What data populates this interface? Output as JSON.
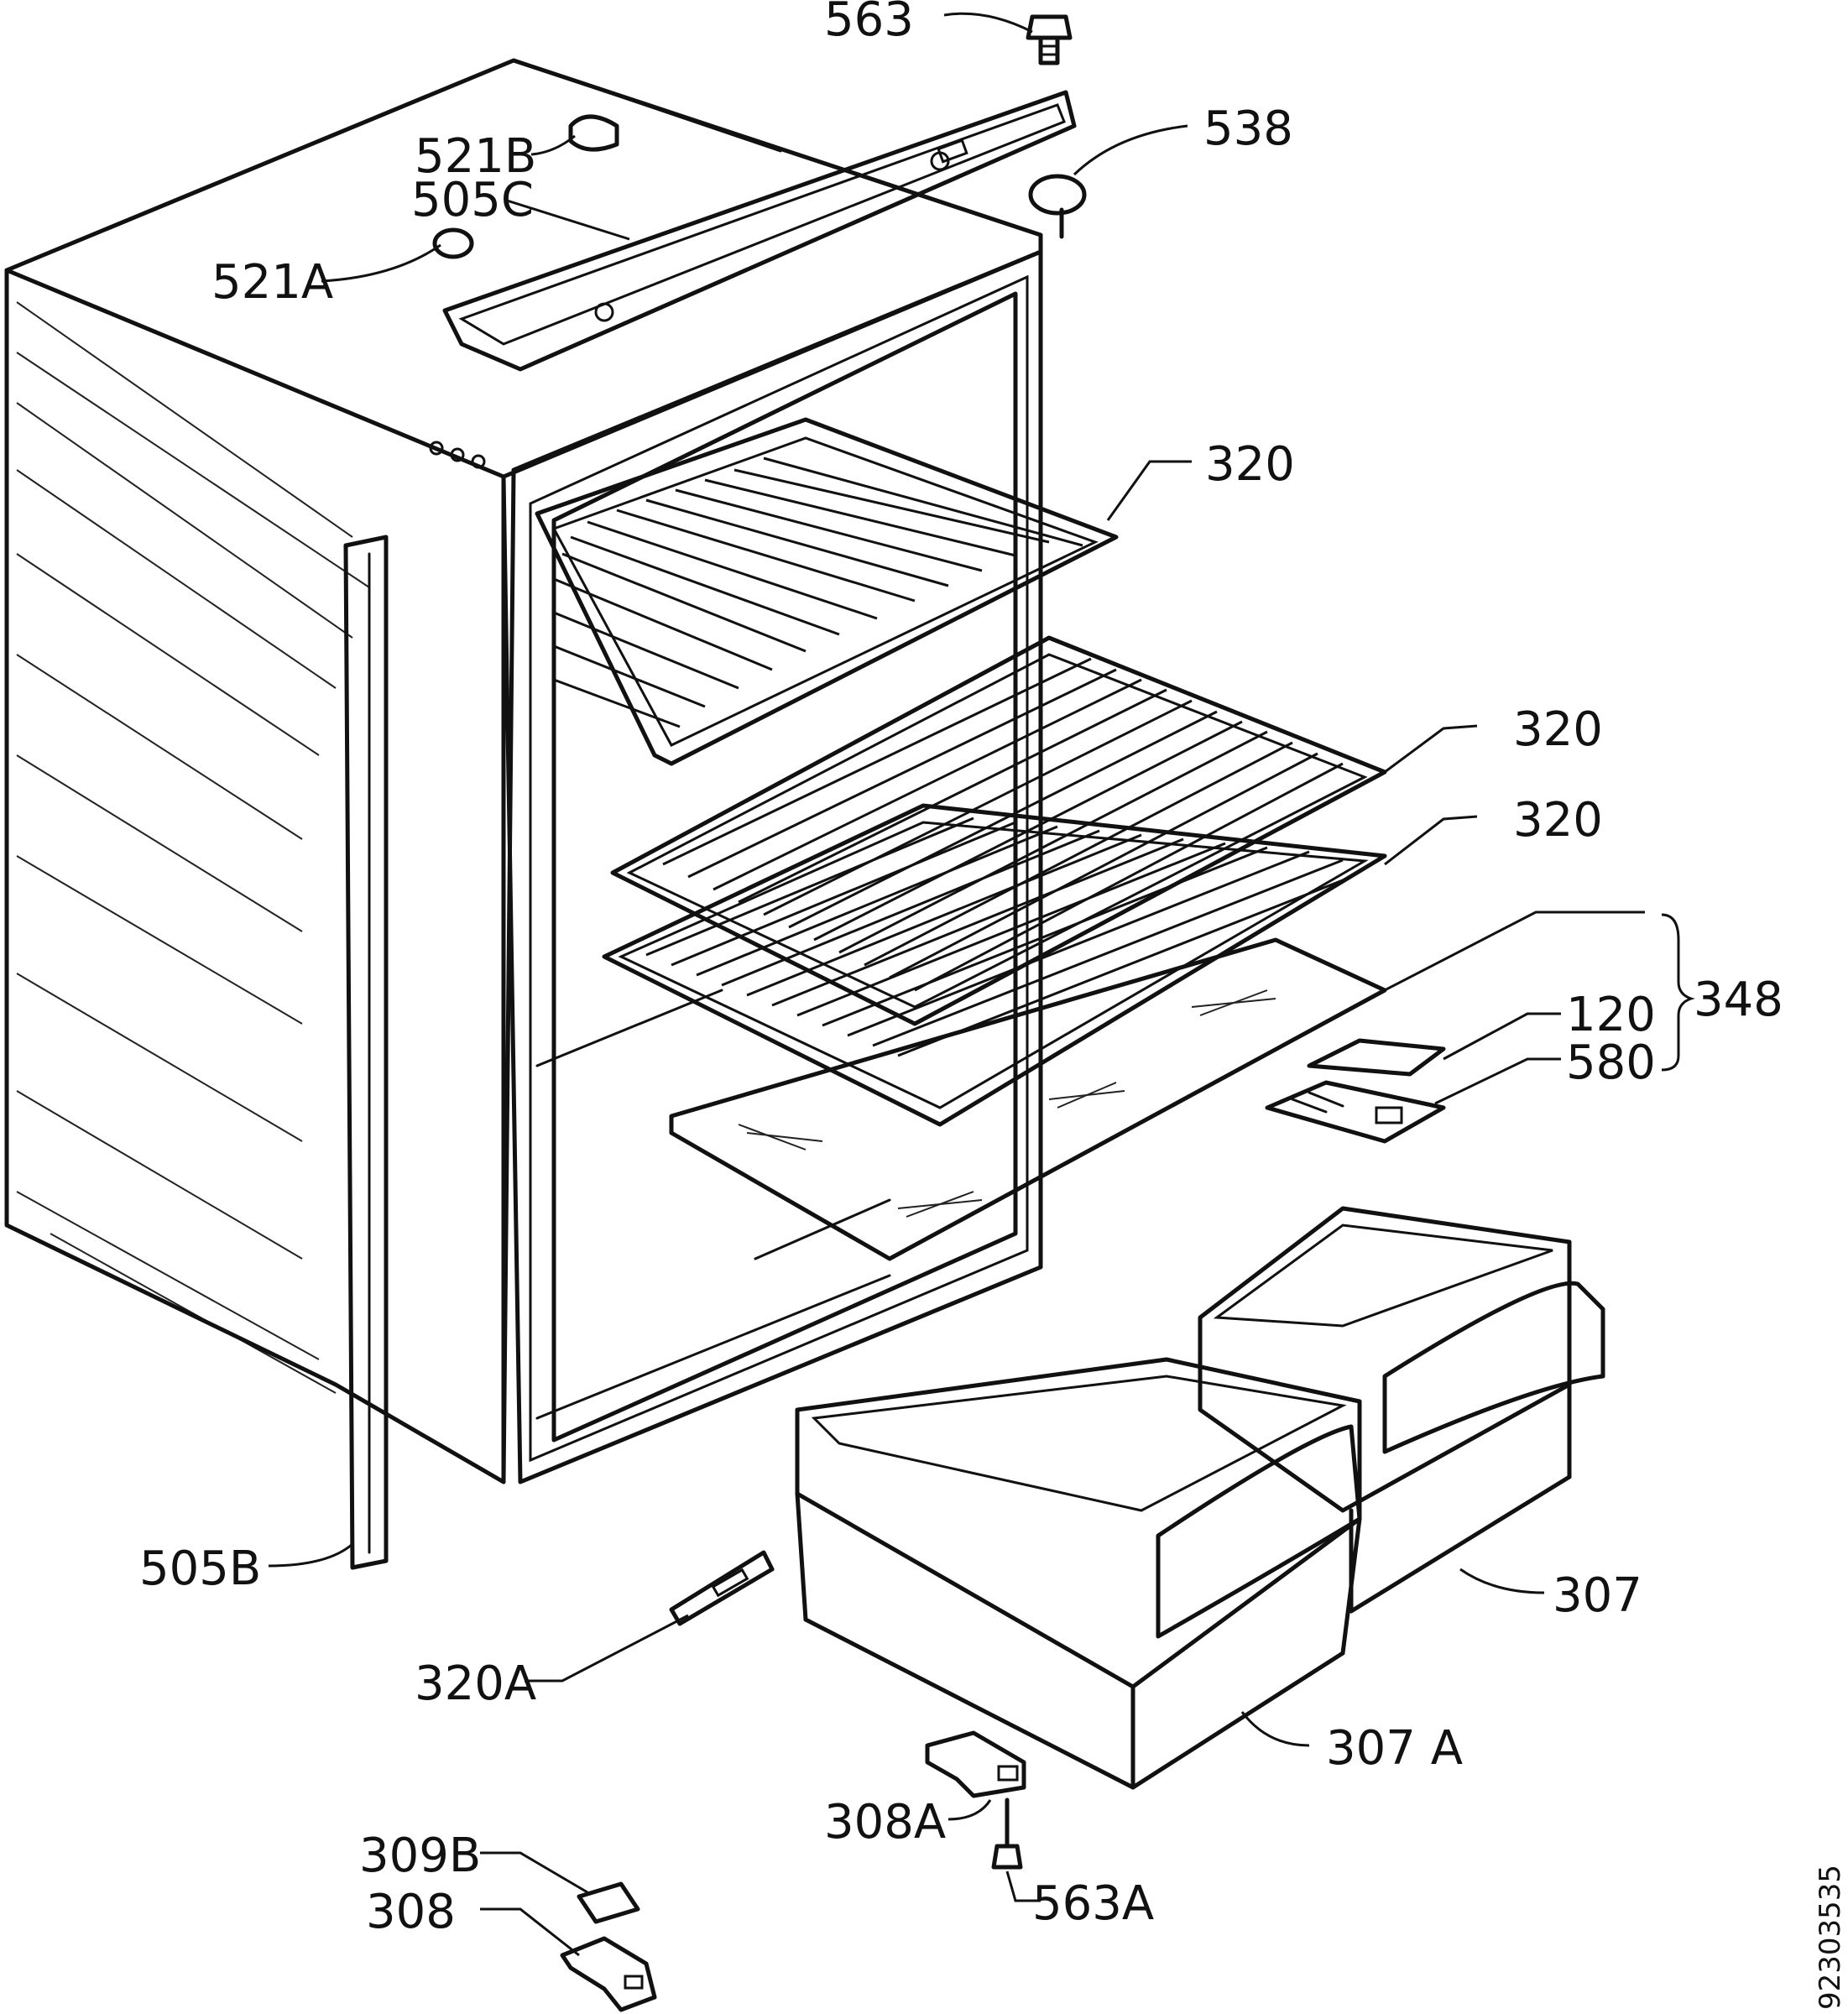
{
  "drawing": {
    "code": "92303535",
    "labels": [
      {
        "id": "563",
        "text": "563"
      },
      {
        "id": "538",
        "text": "538"
      },
      {
        "id": "521b",
        "text": "521B"
      },
      {
        "id": "505c",
        "text": "505C"
      },
      {
        "id": "521a",
        "text": "521A"
      },
      {
        "id": "320-top",
        "text": "320"
      },
      {
        "id": "320-mid",
        "text": "320"
      },
      {
        "id": "320-low",
        "text": "320"
      },
      {
        "id": "348",
        "text": "348"
      },
      {
        "id": "120",
        "text": "120"
      },
      {
        "id": "580",
        "text": "580"
      },
      {
        "id": "505b",
        "text": "505B"
      },
      {
        "id": "307",
        "text": "307"
      },
      {
        "id": "320a",
        "text": "320A"
      },
      {
        "id": "307a",
        "text": "307 A"
      },
      {
        "id": "308a",
        "text": "308A"
      },
      {
        "id": "563a",
        "text": "563A"
      },
      {
        "id": "309b",
        "text": "309B"
      },
      {
        "id": "308",
        "text": "308"
      }
    ]
  }
}
